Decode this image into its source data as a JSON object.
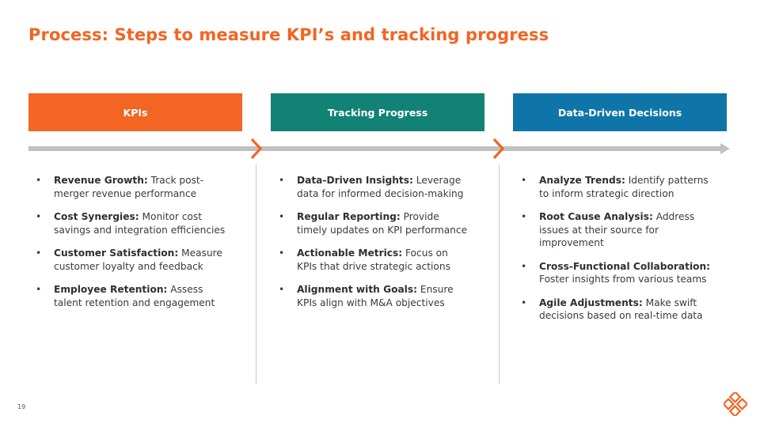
{
  "title": "Process: Steps to measure KPI’s and tracking progress",
  "page_number": "19",
  "colors": {
    "accent": "#f26522",
    "teal": "#118275",
    "blue": "#0f75a8",
    "arrow": "#c0c0c0"
  },
  "columns": [
    {
      "header": "KPIs",
      "items": [
        {
          "term": "Revenue Growth:",
          "text": " Track post-merger revenue performance"
        },
        {
          "term": "Cost Synergies:",
          "text": " Monitor cost savings and integration efficiencies"
        },
        {
          "term": "Customer Satisfaction:",
          "text": " Measure customer loyalty and feedback"
        },
        {
          "term": "Employee Retention:",
          "text": " Assess talent retention and engagement"
        }
      ]
    },
    {
      "header": "Tracking Progress",
      "items": [
        {
          "term": "Data-Driven Insights:",
          "text": " Leverage data for informed decision-making"
        },
        {
          "term": "Regular Reporting:",
          "text": " Provide timely updates on KPI performance"
        },
        {
          "term": "Actionable Metrics:",
          "text": " Focus on KPIs that drive strategic actions"
        },
        {
          "term": "Alignment with Goals:",
          "text": " Ensure KPIs align with M&A objectives"
        }
      ]
    },
    {
      "header": "Data-Driven Decisions",
      "items": [
        {
          "term": "Analyze Trends:",
          "text": " Identify patterns to inform strategic direction"
        },
        {
          "term": "Root Cause Analysis:",
          "text": " Address issues at their source for improvement"
        },
        {
          "term": "Cross-Functional Collaboration:",
          "text": " Foster insights from various teams"
        },
        {
          "term": "Agile Adjustments:",
          "text": " Make swift decisions based on real-time data"
        }
      ]
    }
  ]
}
